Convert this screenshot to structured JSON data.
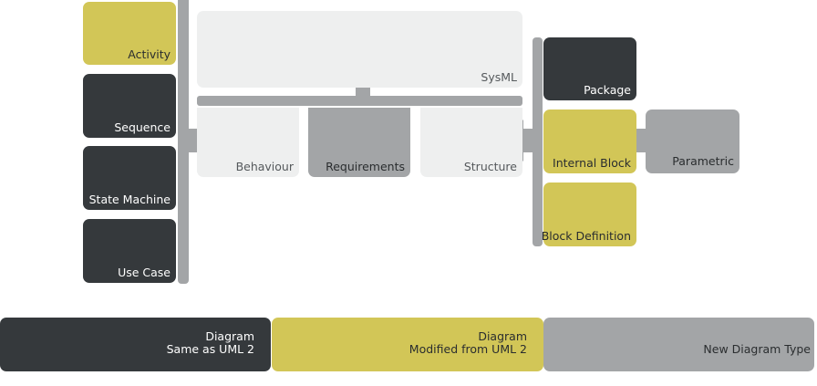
{
  "diagram": {
    "root": "SysML",
    "categories": [
      "Behaviour",
      "Requirements",
      "Structure"
    ],
    "behaviour_diagrams": [
      "Activity",
      "Sequence",
      "State Machine",
      "Use Case"
    ],
    "structure_diagrams": [
      "Package",
      "Internal Block",
      "Block Definition"
    ],
    "parametric": "Parametric"
  },
  "legend": {
    "same": {
      "line1": "Diagram",
      "line2": "Same as UML 2"
    },
    "modified": {
      "line1": "Diagram",
      "line2": "Modified from UML 2"
    },
    "new": {
      "line1": "New Diagram Type"
    }
  },
  "colors": {
    "same_as_uml2": "#35393c",
    "modified_from_uml2": "#d2c657",
    "new_type": "#a3a5a7",
    "category": "#eeefef"
  }
}
